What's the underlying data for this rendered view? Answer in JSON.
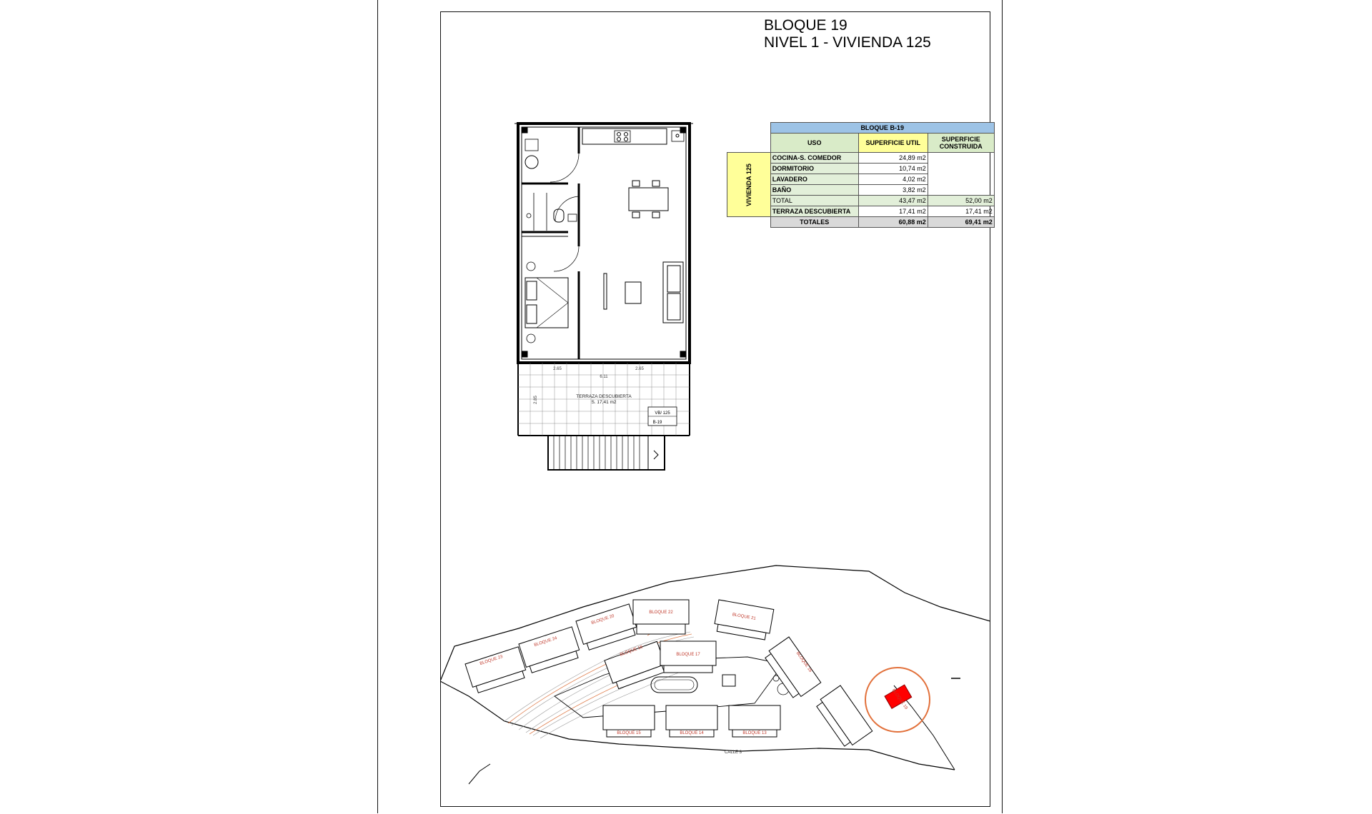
{
  "title": {
    "line1": "BLOQUE 19",
    "line2": "NIVEL 1 - VIVIENDA 125"
  },
  "surface_table": {
    "header": "BLOQUE B-19",
    "col_use": "USO",
    "col_util": "SUPERFICIE UTIL",
    "col_built": "SUPERFICIE CONSTRUIDA",
    "side_label": "VIVIENDA 125",
    "rows": [
      {
        "use": "COCINA-S. COMEDOR",
        "util": "24,89 m2",
        "built": ""
      },
      {
        "use": "DORMITORIO",
        "util": "10,74 m2",
        "built": ""
      },
      {
        "use": "LAVADERO",
        "util": "4,02 m2",
        "built": ""
      },
      {
        "use": "BAÑO",
        "util": "3,82 m2",
        "built": ""
      }
    ],
    "total": {
      "use": "TOTAL",
      "util": "43,47 m2",
      "built": "52,00 m2"
    },
    "terrace": {
      "use": "TERRAZA DESCUBIERTA",
      "util": "17,41 m2",
      "built": "17,41 m2"
    },
    "grand_total": {
      "use": "TOTALES",
      "util": "60,88 m2",
      "built": "69,41 m2"
    }
  },
  "floorplan": {
    "terrace_label": "TERRAZA DESCUBIERTA",
    "terrace_area": "S. 17,41 m2",
    "unit_tag_top": "VB/ 125",
    "unit_tag_bottom": "B-19",
    "dim_overall": "6.11",
    "dim_left": "2.65",
    "dim_right": "2.65",
    "dim_depth": "2.85"
  },
  "site_plan": {
    "blocks": [
      {
        "label": "BLOQUE 23"
      },
      {
        "label": "BLOQUE 24"
      },
      {
        "label": "BLOQUE 20"
      },
      {
        "label": "BLOQUE 22"
      },
      {
        "label": "BLOQUE 21"
      },
      {
        "label": "BLOQUE 18"
      },
      {
        "label": "BLOQUE 17"
      },
      {
        "label": "BLOQUE 16"
      },
      {
        "label": "BLOQUE 15"
      },
      {
        "label": "BLOQUE 14"
      },
      {
        "label": "BLOQUE 13"
      },
      {
        "label": "BLOQUE 19"
      }
    ],
    "street_label": "CALLE 3",
    "highlight_color": "#ff0000",
    "circle_color": "#e2703a"
  }
}
